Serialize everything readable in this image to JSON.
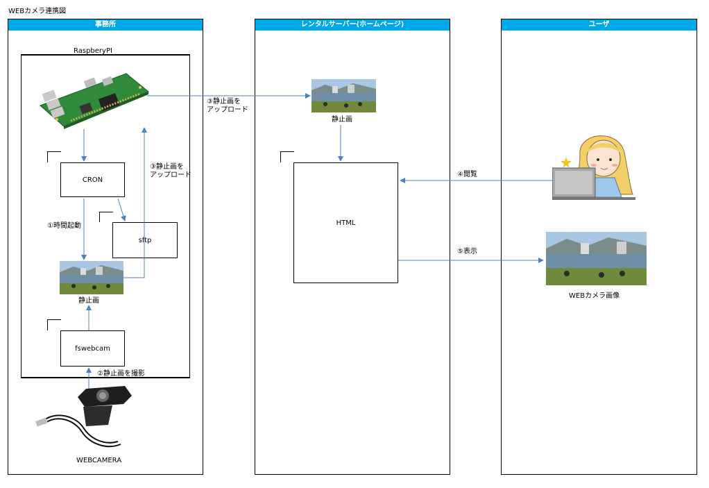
{
  "title": "WEBカメラ連携図",
  "lanes": {
    "office": "事務所",
    "server": "レンタルサーバー(ホームページ)",
    "user": "ユーザ"
  },
  "office": {
    "raspberry_label": "RaspberyPI",
    "cron_label": "CRON",
    "sftp_label": "sftp",
    "fswebcam_label": "fswebcam",
    "still_label": "静止画",
    "step1": "①時間起動",
    "step2": "②静止画を撮影",
    "step3_line1": "③静止画を",
    "step3_line2": "アップロード",
    "webcamera_label": "WEBCAMERA"
  },
  "server": {
    "still_label": "静止画",
    "html_label": "HTML",
    "upload_line1": "③静止画を",
    "upload_line2": "アップロード"
  },
  "user": {
    "view_label": "④閲覧",
    "display_label": "⑤表示",
    "webcam_image_label": "WEBカメラ画像"
  },
  "colors": {
    "lane_header": "#00a8e8",
    "arrow": "#4f7fbf"
  }
}
